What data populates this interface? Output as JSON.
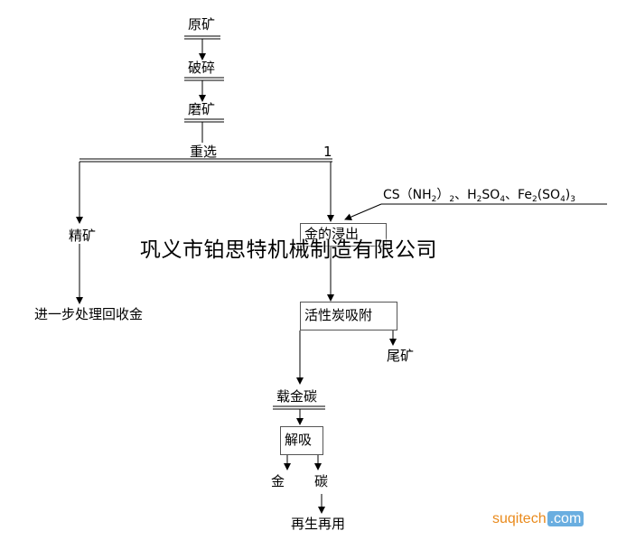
{
  "colors": {
    "line": "#000000",
    "box_border": "#555555",
    "logo_orange": "#e98a1c",
    "logo_blue": "#6aaee0"
  },
  "nodes": {
    "raw_ore": "原矿",
    "crushing": "破碎",
    "grinding": "磨矿",
    "gravity": "重选",
    "branch_no": "1",
    "concentrate": "精矿",
    "further_processing": "进一步处理回收金",
    "leaching": "金的浸出",
    "carbon_adsorption": "活性炭吸附",
    "tailings": "尾矿",
    "loaded_carbon": "载金碳",
    "desorption": "解吸",
    "gold": "金",
    "carbon": "碳",
    "regeneration": "再生再用"
  },
  "reagents": {
    "cs_prefix": "CS（NH",
    "cs_sub": "2",
    "cs_close": "）",
    "cs_sub2": "2",
    "sep1": "、",
    "h2": "H",
    "h2_sub": "2",
    "so4": "SO",
    "so4_sub": "4",
    "sep2": "、",
    "fe": "Fe",
    "fe_sub": "2",
    "so4b": "(SO",
    "so4b_sub": "4",
    "so4b_close": ")",
    "so4b_sub2": "3"
  },
  "watermark": "巩义市铂思特机械制造有限公司",
  "logo": {
    "part1": "suqitech",
    "part2": ".com"
  }
}
